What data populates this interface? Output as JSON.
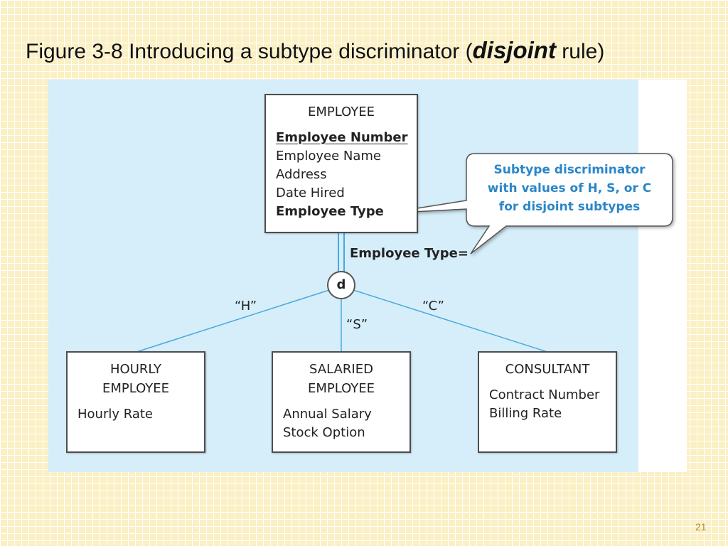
{
  "title": {
    "prefix": "Figure 3-8 Introducing a subtype discriminator (",
    "emphasis": "disjoint",
    "suffix": " rule)"
  },
  "supertype": {
    "name": "EMPLOYEE",
    "primary_key": "Employee Number",
    "attributes": [
      "Employee Name",
      "Address",
      "Date Hired"
    ],
    "discriminator_attribute": "Employee Type"
  },
  "callout": {
    "lines": [
      "Subtype discriminator",
      "with values of H, S, or C",
      "for disjoint subtypes"
    ]
  },
  "discriminator_label": "Employee Type=",
  "constraint_symbol": "d",
  "branch_values": [
    "“H”",
    "“S”",
    "“C”"
  ],
  "subtypes": [
    {
      "name_lines": [
        "HOURLY",
        "EMPLOYEE"
      ],
      "attributes": [
        "Hourly Rate"
      ]
    },
    {
      "name_lines": [
        "SALARIED",
        "EMPLOYEE"
      ],
      "attributes": [
        "Annual Salary",
        "Stock Option"
      ]
    },
    {
      "name_lines": [
        "CONSULTANT"
      ],
      "attributes": [
        "Contract Number",
        "Billing Rate"
      ]
    }
  ],
  "page_number": "21",
  "colors": {
    "canvas": "#d6eefa",
    "connector": "#4aa8dc",
    "callout_text": "#2b86c8",
    "slide_bg": "#fbf0c4"
  }
}
